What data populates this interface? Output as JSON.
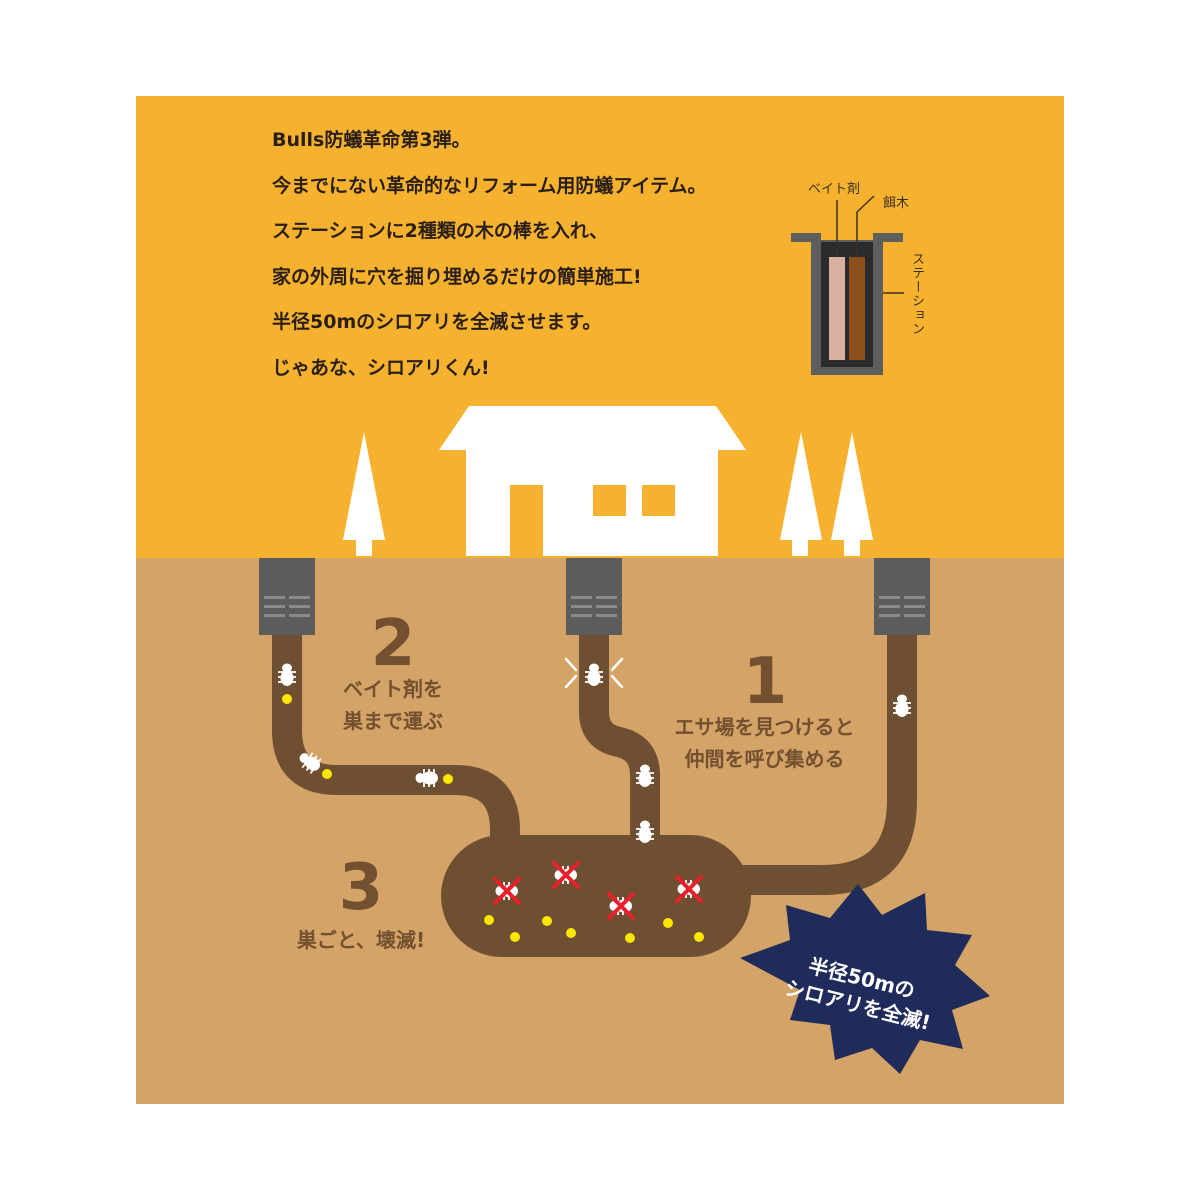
{
  "intro": {
    "lines": [
      "Bulls防蟻革命第3弾。",
      "今までにない革命的なリフォーム用防蟻アイテム。",
      "ステーションに2種類の木の棒を入れ、",
      "家の外周に穴を掘り埋めるだけの簡単施工!",
      "半径50mのシロアリを全滅させます。",
      "じゃあな、シロアリくん!"
    ]
  },
  "station_diagram": {
    "bait_label": "ベイト剤",
    "wood_label": "餌木",
    "station_label": "ステーション"
  },
  "steps": [
    {
      "number": "1",
      "lines": [
        "エサ場を見つけると",
        "仲間を呼び集める"
      ]
    },
    {
      "number": "2",
      "lines": [
        "ベイト剤を",
        "巣まで運ぶ"
      ]
    },
    {
      "number": "3",
      "lines": [
        "巣ごと、壊滅!"
      ]
    }
  ],
  "badge": {
    "lines": [
      "半径50mの",
      "シロアリを全滅!"
    ]
  },
  "colors": {
    "sky": "#f6b22f",
    "soil": "#d3a367",
    "tunnel": "#6e4f32",
    "station": "#5c5c5c",
    "text_dark": "#2a1f18",
    "label_brown": "#73502f",
    "badge_navy": "#1f2b5a",
    "bait_pink": "#d9b1a0",
    "wood_brown": "#8a4f1d",
    "dot_yellow": "#ffe600",
    "cross_red": "#e8202a"
  }
}
